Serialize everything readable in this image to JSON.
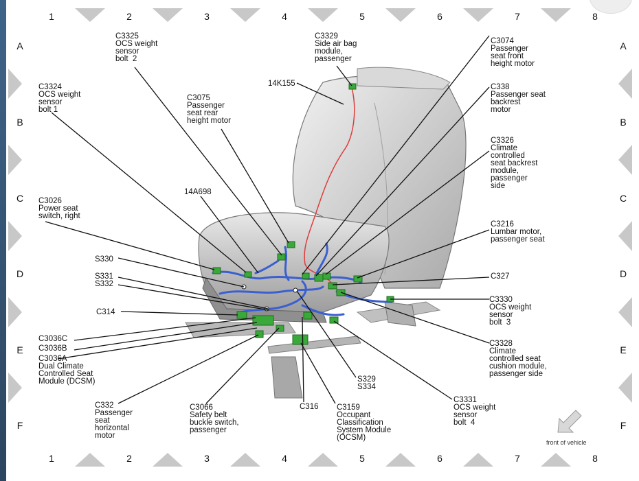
{
  "grid": {
    "columns": [
      "1",
      "2",
      "3",
      "4",
      "5",
      "6",
      "7",
      "8"
    ],
    "rows": [
      "A",
      "B",
      "C",
      "D",
      "E",
      "F"
    ]
  },
  "labels": {
    "c3325": "C3325\nOCS weight\nsensor\nbolt  2",
    "c3329": "C3329\nSide air bag\nmodule,\npassenger",
    "c3074": "C3074\nPassenger\nseat front\nheight motor",
    "k155": "14K155",
    "c3324": "C3324\nOCS weight\nsensor\nbolt 1",
    "c3075": "C3075\nPassenger\nseat rear\nheight motor",
    "c338": "C338\nPassenger seat\nbackrest\nmotor",
    "c3326": "C3326\nClimate\ncontrolled\nseat backrest\nmodule,\npassenger\nside",
    "a698": "14A698",
    "c3026": "C3026\nPower seat\nswitch, right",
    "c3216": "C3216\nLumbar motor,\npassenger seat",
    "s330": "S330",
    "s331": "S331\nS332",
    "c327": "C327",
    "c3330": "C3330\nOCS weight\nsensor\nbolt  3",
    "c314": "C314",
    "c3036c": "C3036C",
    "c3036b": "C3036B",
    "c3036a": "C3036A\nDual Climate\nControlled Seat\nModule (DCSM)",
    "c3328": "C3328\nClimate\ncontrolled seat\ncushion module,\npassenger side",
    "s329": "S329\nS334",
    "c332": "C332\nPassenger\nseat\nhorizontal\nmotor",
    "c3066": "C3066\nSafety belt\nbuckle switch,\npassenger",
    "c316": "C316",
    "c3159": "C3159\nOccupant\nClassification\nSystem Module\n(OCSM)",
    "c3331": "C3331\nOCS weight\nsensor\nbolt  4"
  },
  "footer": {
    "front_of_vehicle": "front of vehicle"
  },
  "colors": {
    "seat_gray": "#d4d4d4",
    "harness_blue": "#3a5fd0",
    "airbag_wire_red": "#e03a3a",
    "connector_green": "#3aa83a",
    "grid_marker_gray": "#c8c8c8"
  },
  "icons": {
    "front_arrow": "arrow-down-left-icon"
  }
}
